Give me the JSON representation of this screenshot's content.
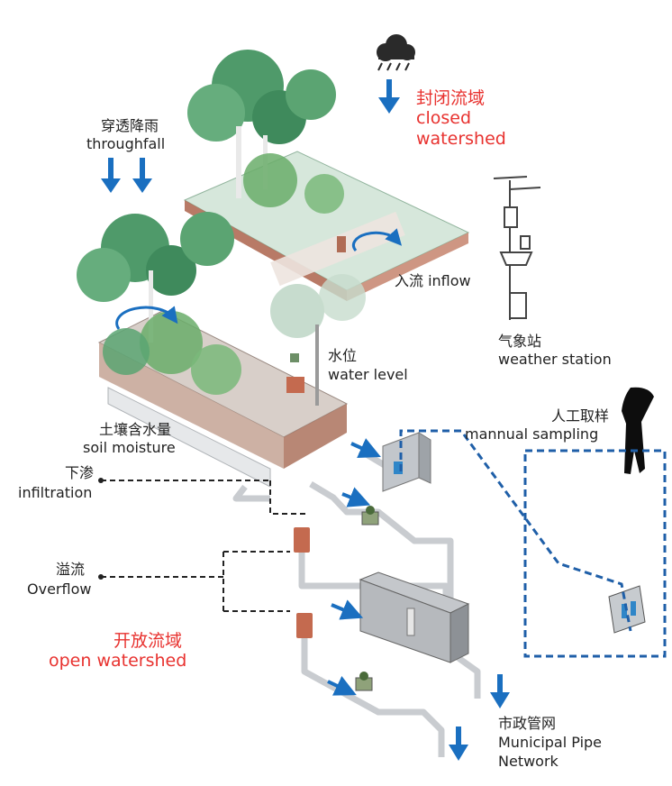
{
  "labels": {
    "closed_cn": "封闭流域",
    "closed_en_1": "closed",
    "closed_en_2": "watershed",
    "throughfall_cn": "穿透降雨",
    "throughfall_en": "throughfall",
    "inflow": "入流 inflow",
    "weather_cn": "气象站",
    "weather_en": "weather station",
    "water_level_cn": "水位",
    "water_level_en": "water level",
    "soil_cn": "土壤含水量",
    "soil_en": "soil moisture",
    "sampling_cn": "人工取样",
    "sampling_en": "mannual sampling",
    "infiltration_cn": "下渗",
    "infiltration_en": "infiltration",
    "overflow_cn": "溢流",
    "overflow_en": "Overflow",
    "open_cn": "开放流域",
    "open_en": "open watershed",
    "municipal_cn": "市政管网",
    "municipal_en_1": "Municipal Pipe",
    "municipal_en_2": "Network"
  },
  "colors": {
    "accent_red": "#e8322f",
    "arrow_blue": "#1a6fc0",
    "dashed_blue": "#1f5fa8",
    "tree_green": "#4f9a6a",
    "soil_brown": "#b06c55",
    "pipe_gray": "#c9ccd0"
  },
  "icons": [
    "rain-cloud-icon",
    "weather-station-icon",
    "person-silhouette-icon",
    "tree-icon",
    "flow-meter-icon",
    "sensor-box-icon"
  ]
}
